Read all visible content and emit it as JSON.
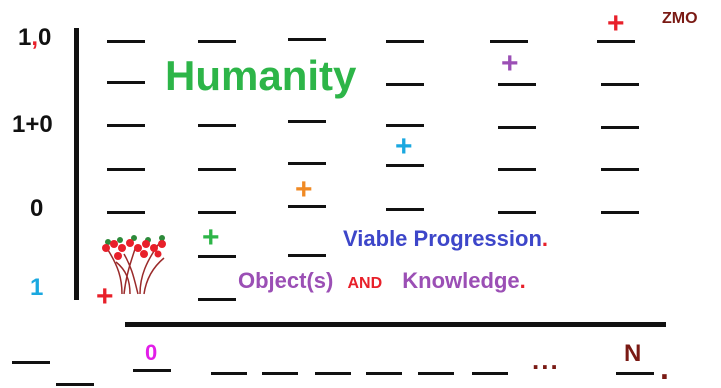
{
  "corner_mark": "ZMO",
  "y_labels": {
    "top_1": "1",
    "top_comma": ",",
    "top_0": "0",
    "second": "1+0",
    "third": "0",
    "bottom": "1"
  },
  "title": "Humanity",
  "phrase_1": {
    "text": "Viable Progression",
    "dot": "."
  },
  "phrase_2": {
    "part1": "Object(s)",
    "and": "AND",
    "part2": "Knowledge",
    "dot": "."
  },
  "x_labels": {
    "start": "0",
    "ellipsis": "...",
    "end": "N",
    "end_dot": "."
  },
  "plus_symbol": "+",
  "colors": {
    "red": "#e8202a",
    "green": "#2db548",
    "orange": "#f08a24",
    "cyan": "#1aa8e0",
    "purple": "#9b4fb5",
    "blue": "#3d46c9",
    "magenta": "#e21ee8",
    "maroon": "#7a1a14"
  }
}
